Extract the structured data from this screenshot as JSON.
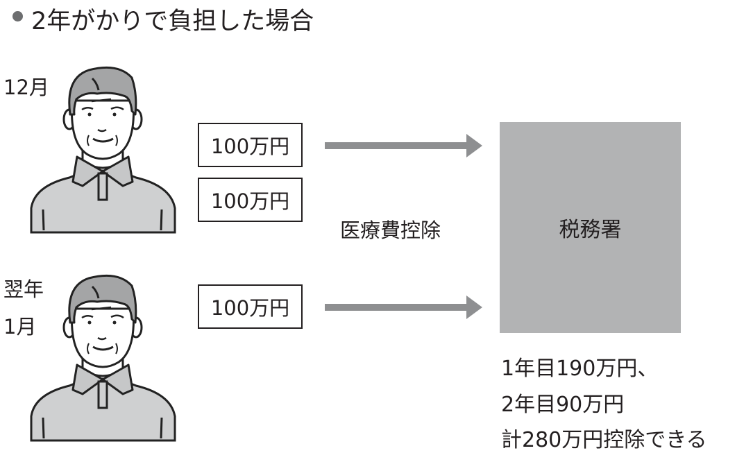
{
  "title": "2年がかりで負担した場合",
  "people": [
    {
      "label_lines": [
        "12月"
      ]
    },
    {
      "label_lines": [
        "翌年",
        "1月"
      ]
    }
  ],
  "payments": [
    "100万円",
    "100万円",
    "100万円"
  ],
  "arrow_label": "医療費控除",
  "office_label": "税務署",
  "result_lines": [
    "1年目190万円、",
    "2年目90万円",
    "計280万円控除できる"
  ],
  "colors": {
    "office_box": "#b2b3b4",
    "arrow": "#8e8f91",
    "shirt": "#cfd0d1",
    "hair": "#a4a5a6"
  }
}
